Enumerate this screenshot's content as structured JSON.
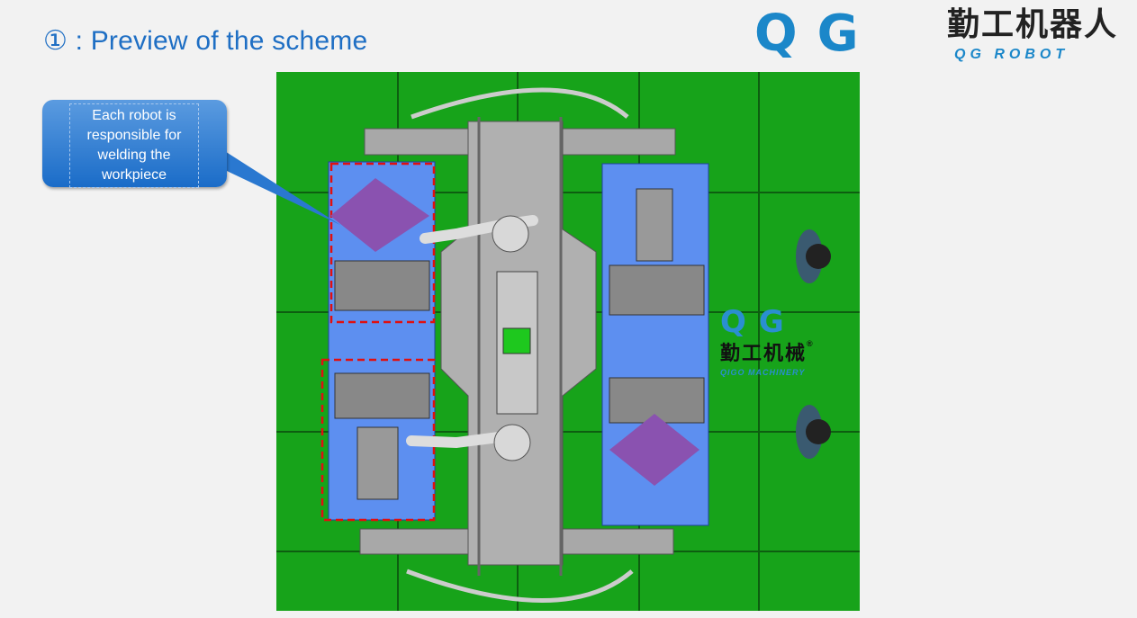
{
  "slide": {
    "title": "①  : Preview of the scheme",
    "callout_text": "Each robot is responsible for welding the workpiece"
  },
  "logo": {
    "mark": "QG",
    "chinese": "勤工机器人",
    "english": "QG ROBOT"
  },
  "watermark": {
    "mark": "QG",
    "chinese": "勤工机械",
    "english": "QIGO MACHINERY",
    "registered": "®"
  },
  "colors": {
    "title": "#1f6fc4",
    "brand_blue": "#1b87c9",
    "floor_green": "#17a31a",
    "station_blue": "#5d8ff0",
    "callout": "#2a78d0"
  }
}
